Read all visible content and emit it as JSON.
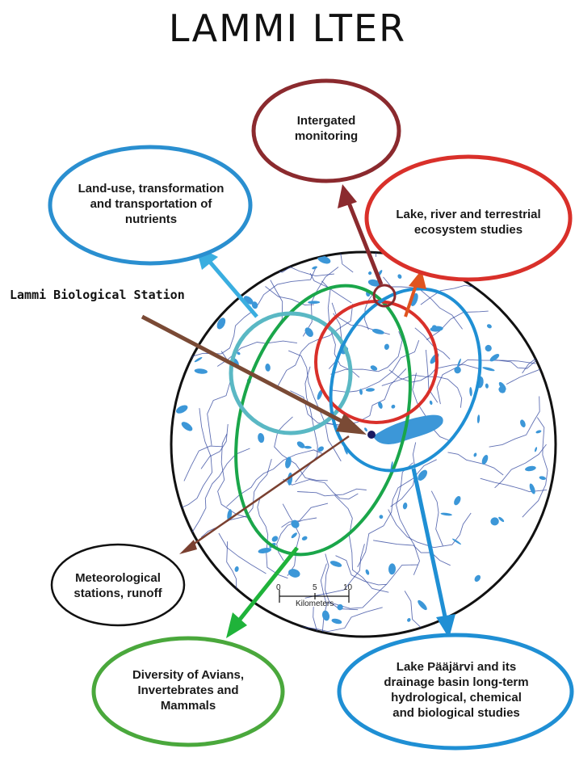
{
  "title": "LAMMI LTER",
  "station_label": "Lammi Biological Station",
  "bubbles": {
    "integrated_monitoring": "Intergated\nmonitoring",
    "land_use": "Land-use, transformation\nand transportation of\nnutrients",
    "lake_river": "Lake, river and terrestrial\necosystem studies",
    "meteorological": "Meteorological\nstations, runoff",
    "diversity": "Diversity of Avians,\nInvertebrates and\nMammals",
    "paajarvi": "Lake Pääjärvi and its\ndrainage basin long-term\nhydrological, chemical\nand biological studies"
  },
  "scale_bar": {
    "ticks": [
      "0",
      "5",
      "10"
    ],
    "unit": "Kilometers"
  },
  "colors": {
    "integrated_monitoring": "#8b2a2e",
    "land_use": "#2a8fd0",
    "land_use_arrow": "#3aaee0",
    "land_use_circle": "#5ab8c4",
    "lake_river": "#d9302a",
    "lake_river_arrow": "#e0541f",
    "meteorological": "#111111",
    "diversity": "#4aa83c",
    "diversity_arrow": "#1fb33a",
    "paajarvi": "#1f8fd4",
    "station_arrow": "#7a4a35",
    "met_line": "#7a4030",
    "water": "#3c97d8",
    "river": "#2a3f9a"
  }
}
